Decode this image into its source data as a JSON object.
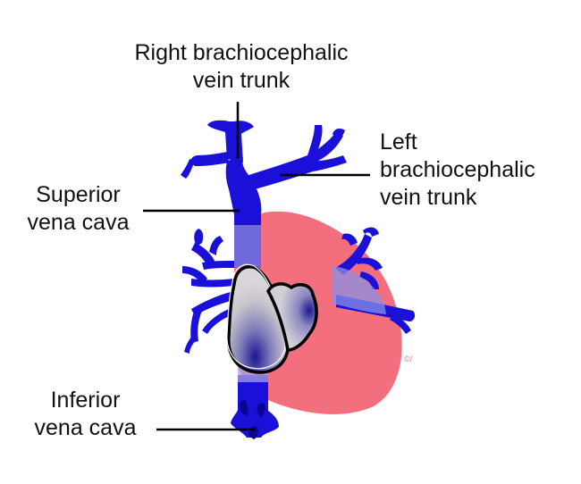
{
  "diagram": {
    "labels": {
      "right_brachiocephalic": [
        "Right brachiocephalic",
        "vein trunk"
      ],
      "left_brachiocephalic": [
        "Left",
        "brachiocephalic",
        "vein trunk"
      ],
      "superior_vena_cava": [
        "Superior",
        "vena cava"
      ],
      "inferior_vena_cava": [
        "Inferior",
        "vena cava"
      ]
    },
    "colors": {
      "vein": "#1a10d8",
      "vein_dark": "#0a0496",
      "heart": "#f46f7e",
      "translucent_vein": "#7f87e6",
      "chamber": "#c9c5cc",
      "outline": "#000000",
      "leader": "#000000"
    }
  }
}
